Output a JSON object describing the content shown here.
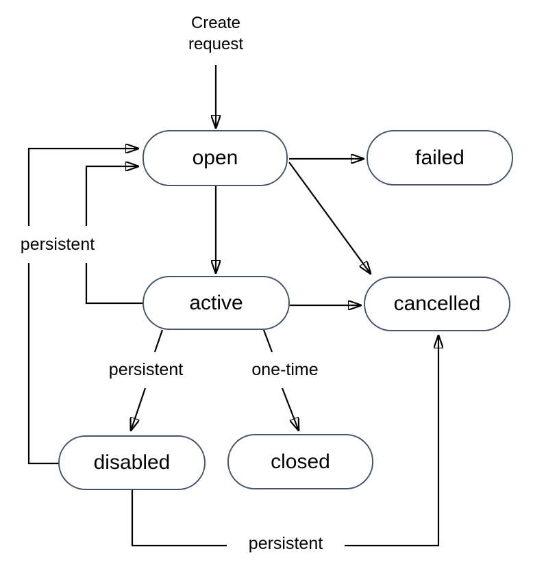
{
  "diagram": {
    "type": "state-transition-diagram",
    "colors": {
      "background": "#ffffff",
      "node_border": "#44546a",
      "node_fill": "#ffffff",
      "edge": "#000000",
      "text": "#000000"
    },
    "nodes": [
      {
        "id": "open",
        "label": "open"
      },
      {
        "id": "failed",
        "label": "failed"
      },
      {
        "id": "active",
        "label": "active"
      },
      {
        "id": "cancelled",
        "label": "cancelled"
      },
      {
        "id": "disabled",
        "label": "disabled"
      },
      {
        "id": "closed",
        "label": "closed"
      }
    ],
    "labels": {
      "create_request": "Create\nrequest",
      "persistent_left": "persistent",
      "persistent_mid": "persistent",
      "one_time": "one-time",
      "persistent_bottom": "persistent"
    },
    "edges": [
      {
        "from": "start",
        "to": "open",
        "label": "Create request"
      },
      {
        "from": "open",
        "to": "failed",
        "label": ""
      },
      {
        "from": "open",
        "to": "cancelled",
        "label": ""
      },
      {
        "from": "open",
        "to": "active",
        "label": ""
      },
      {
        "from": "active",
        "to": "cancelled",
        "label": ""
      },
      {
        "from": "active",
        "to": "open",
        "label": "persistent"
      },
      {
        "from": "disabled",
        "to": "open",
        "label": "persistent"
      },
      {
        "from": "active",
        "to": "disabled",
        "label": "persistent"
      },
      {
        "from": "active",
        "to": "closed",
        "label": "one-time"
      },
      {
        "from": "disabled",
        "to": "cancelled",
        "label": "persistent"
      }
    ]
  }
}
